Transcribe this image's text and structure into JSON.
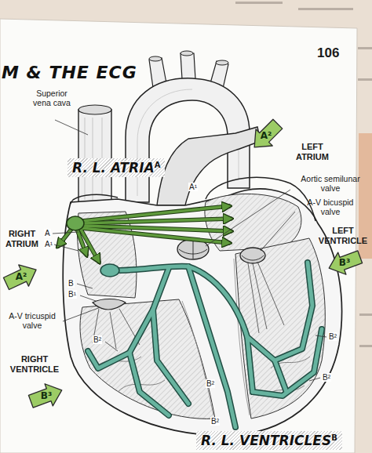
{
  "diagram": {
    "title": "M & THE ECG",
    "nodes": [
      {
        "text": [
          "A²"
        ]
      },
      {
        "text": [
          "R. L. ATRIA",
          "A"
        ]
      },
      {
        "text": [
          "B³"
        ]
      },
      {
        "text": [
          "A²"
        ]
      },
      {
        "text": [
          "B³"
        ]
      },
      {
        "text": [
          "R. L. VENTRICLES",
          "B"
        ]
      }
    ],
    "labels": [
      "106",
      "Superior vena cava",
      "LEFT ATRIUM",
      "Aortic semilunar valve",
      "A-V bicuspid valve",
      "A¹",
      "LEFT VENTRICLE",
      "A",
      "A¹",
      "RIGHT ATRIUM",
      "B",
      "B¹",
      "A-V tricuspid valve",
      "B²",
      "B²",
      "B²",
      "RIGHT VENTRICLE",
      "B²",
      "B²"
    ]
  }
}
